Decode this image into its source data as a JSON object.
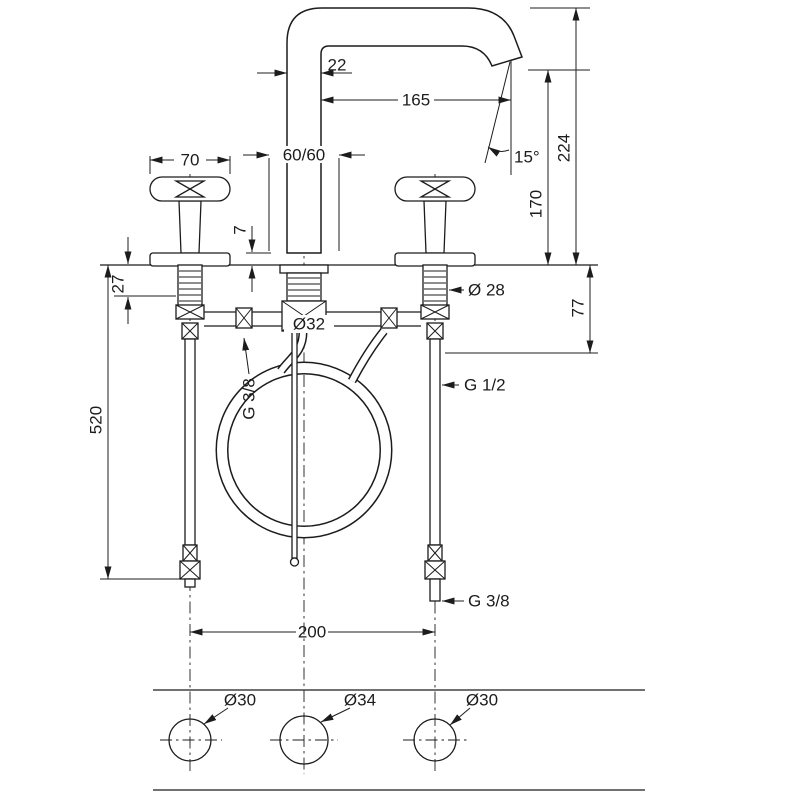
{
  "colors": {
    "ink": "#1c1c1c",
    "paper": "#ffffff"
  },
  "dims": {
    "spout_tube": "22",
    "reach": "165",
    "height_total": "224",
    "height_outlet": "170",
    "angle": "15°",
    "handle_width": "70",
    "escutcheon_sq": "60/60",
    "escutcheon_h": "7",
    "deck_offset": "27",
    "shank_dia": "Ø 28",
    "spout_shank_dia": "Ø32",
    "below_deck": "77",
    "thread_mid": "G 3/8",
    "thread_valve": "G 1/2",
    "thread_bottom": "G 3/8",
    "supply_len": "520",
    "spacing": "200"
  },
  "holes": {
    "left": "Ø30",
    "center": "Ø34",
    "right": "Ø30"
  }
}
